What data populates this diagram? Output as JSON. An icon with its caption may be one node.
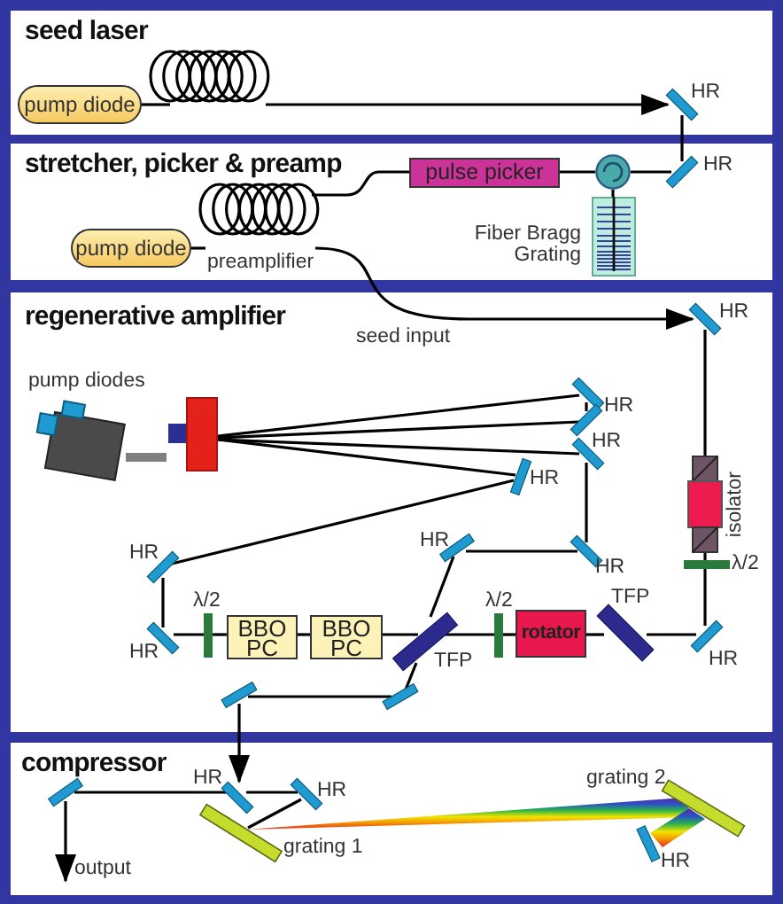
{
  "diagram": {
    "nodes": [
      {
        "text": [
          "seed laser"
        ]
      },
      {
        "text": [
          "pump diode"
        ],
        "in": 0
      },
      {
        "text": [],
        "shape": "coil",
        "in": 0
      },
      {
        "text": [
          "HR"
        ],
        "in": 0
      },
      {
        "text": [
          "stretcher, picker & preamp"
        ]
      },
      {
        "text": [
          "HR"
        ],
        "in": 4
      },
      {
        "text": [],
        "shape": "circle",
        "in": 4
      },
      {
        "text": [
          "pulse picker"
        ],
        "in": 4
      },
      {
        "text": [
          "Fiber Bragg Grating"
        ],
        "in": 4
      },
      {
        "text": [
          "pump diode"
        ],
        "in": 4
      },
      {
        "text": [
          "preamplifier"
        ],
        "in": 4
      },
      {
        "text": [
          "regenerative amplifier"
        ]
      },
      {
        "text": [
          "HR"
        ],
        "in": 11
      },
      {
        "text": [
          "isolator"
        ],
        "in": 11
      },
      {
        "text": [
          "λ/2"
        ],
        "in": 11
      },
      {
        "text": [
          "HR"
        ],
        "in": 11
      },
      {
        "text": [
          "TFP"
        ],
        "in": 11
      },
      {
        "text": [
          "rotator"
        ],
        "in": 11
      },
      {
        "text": [
          "λ/2"
        ],
        "in": 11
      },
      {
        "text": [
          "TFP"
        ],
        "in": 11
      },
      {
        "text": [
          "BBO PC"
        ],
        "in": 11
      },
      {
        "text": [
          "BBO PC"
        ],
        "in": 11
      },
      {
        "text": [
          "λ/2"
        ],
        "in": 11
      },
      {
        "text": [
          "HR"
        ],
        "in": 11
      },
      {
        "text": [
          "HR"
        ],
        "in": 11
      },
      {
        "text": [
          "HR"
        ],
        "in": 11
      },
      {
        "text": [],
        "shape": "box",
        "in": 11
      },
      {
        "text": [
          "pump diodes"
        ],
        "in": 11
      },
      {
        "text": [
          "HR"
        ],
        "in": 11
      },
      {
        "text": [],
        "shape": "bar",
        "in": 11
      },
      {
        "text": [
          "HR"
        ],
        "in": 11
      },
      {
        "text": [
          "HR"
        ],
        "in": 11
      },
      {
        "text": [
          "HR"
        ],
        "in": 11
      },
      {
        "text": [],
        "shape": "bar",
        "in": 11
      },
      {
        "text": [],
        "shape": "bar",
        "in": 11
      },
      {
        "text": [
          "compressor"
        ]
      },
      {
        "text": [
          "HR"
        ],
        "in": 35
      },
      {
        "text": [
          "HR"
        ],
        "in": 35
      },
      {
        "text": [
          "grating 1"
        ],
        "in": 35
      },
      {
        "text": [
          "grating 2"
        ],
        "in": 35
      },
      {
        "text": [
          "HR"
        ],
        "in": 35
      },
      {
        "text": [],
        "shape": "bar",
        "in": 35
      },
      {
        "text": [
          "output"
        ],
        "in": 35
      }
    ],
    "edges": [
      {
        "from": 1,
        "to": 2,
        "arrow": "none"
      },
      {
        "from": 2,
        "to": 3,
        "arrow": "to"
      },
      {
        "from": 3,
        "to": 5,
        "arrow": "none"
      },
      {
        "from": 5,
        "to": 6,
        "arrow": "none"
      },
      {
        "from": 6,
        "to": 7,
        "arrow": "none"
      },
      {
        "from": 6,
        "to": 8,
        "arrow": "none"
      },
      {
        "from": 7,
        "to": 10,
        "arrow": "none"
      },
      {
        "from": 9,
        "to": 10,
        "arrow": "none"
      },
      {
        "from": 10,
        "to": 12,
        "arrow": "to",
        "label": "seed input"
      },
      {
        "from": 12,
        "to": 13,
        "arrow": "none"
      },
      {
        "from": 13,
        "to": 14,
        "arrow": "none"
      },
      {
        "from": 14,
        "to": 15,
        "arrow": "none"
      },
      {
        "from": 15,
        "to": 16,
        "arrow": "none"
      },
      {
        "from": 16,
        "to": 17,
        "arrow": "none"
      },
      {
        "from": 17,
        "to": 18,
        "arrow": "none"
      },
      {
        "from": 18,
        "to": 19,
        "arrow": "none"
      },
      {
        "from": 19,
        "to": 20,
        "arrow": "none"
      },
      {
        "from": 20,
        "to": 21,
        "arrow": "none"
      },
      {
        "from": 21,
        "to": 22,
        "arrow": "none"
      },
      {
        "from": 22,
        "to": 23,
        "arrow": "none"
      },
      {
        "from": 23,
        "to": 24,
        "arrow": "none"
      },
      {
        "from": 24,
        "to": 25,
        "arrow": "none"
      },
      {
        "from": 25,
        "to": 26,
        "arrow": "none"
      },
      {
        "from": 26,
        "to": 28,
        "arrow": "none"
      },
      {
        "from": 28,
        "to": 29,
        "arrow": "none"
      },
      {
        "from": 29,
        "to": 26,
        "arrow": "none"
      },
      {
        "from": 26,
        "to": 30,
        "arrow": "none"
      },
      {
        "from": 30,
        "to": 31,
        "arrow": "none"
      },
      {
        "from": 31,
        "to": 32,
        "arrow": "none"
      },
      {
        "from": 32,
        "to": 19,
        "arrow": "none"
      },
      {
        "from": 19,
        "to": 33,
        "arrow": "none"
      },
      {
        "from": 33,
        "to": 34,
        "arrow": "none"
      },
      {
        "from": 34,
        "to": 36,
        "arrow": "to"
      },
      {
        "from": 36,
        "to": 37,
        "arrow": "none"
      },
      {
        "from": 37,
        "to": 38,
        "arrow": "none"
      },
      {
        "from": 38,
        "to": 39,
        "arrow": "none",
        "style": "thick"
      },
      {
        "from": 39,
        "to": 40,
        "arrow": "none",
        "style": "thick"
      },
      {
        "from": 36,
        "to": 41,
        "arrow": "none"
      },
      {
        "from": 41,
        "to": 42,
        "arrow": "to"
      },
      {
        "from": 27,
        "to": 26,
        "arrow": "none",
        "style": "thick",
        "color": "#808080"
      }
    ]
  }
}
